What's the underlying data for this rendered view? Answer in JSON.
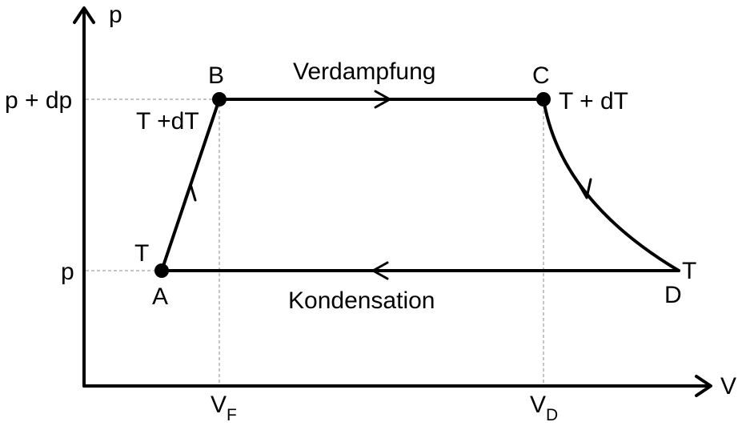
{
  "axes": {
    "y_label": "p",
    "x_label": "V"
  },
  "ticks": {
    "p_high": "p + dp",
    "p_low": "p",
    "v_f_main": "V",
    "v_f_sub": "F",
    "v_d_main": "V",
    "v_d_sub": "D"
  },
  "points": {
    "a": {
      "name": "A",
      "temp": "T"
    },
    "b": {
      "name": "B",
      "temp": "T +dT"
    },
    "c": {
      "name": "C",
      "temp": "T + dT"
    },
    "d": {
      "name": "D",
      "temp": "T"
    }
  },
  "processes": {
    "top": "Verdampfung",
    "bottom": "Kondensation"
  },
  "colors": {
    "line": "#000000",
    "guide": "#8a8a8a",
    "background": "#ffffff"
  }
}
